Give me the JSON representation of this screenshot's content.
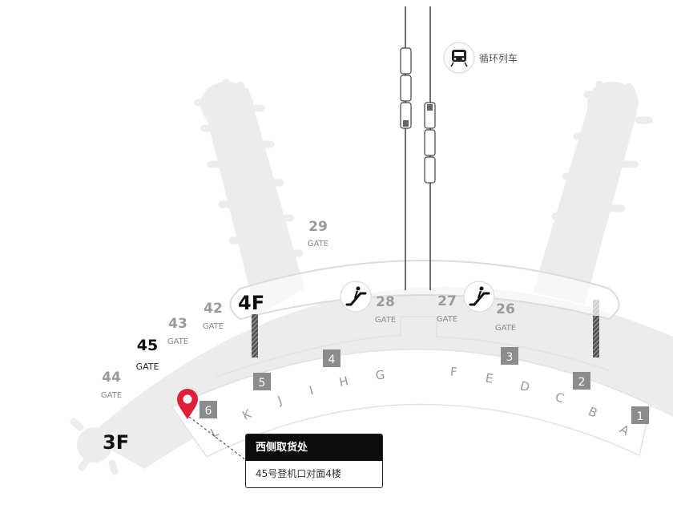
{
  "transit": {
    "label": "循环列车",
    "icon": "train-icon"
  },
  "floors": {
    "upper": "4F",
    "lower": "3F"
  },
  "gates": [
    {
      "number": "29",
      "label": "GATE",
      "highlighted": false
    },
    {
      "number": "42",
      "label": "GATE",
      "highlighted": false
    },
    {
      "number": "43",
      "label": "GATE",
      "highlighted": false
    },
    {
      "number": "45",
      "label": "GATE",
      "highlighted": true
    },
    {
      "number": "44",
      "label": "GATE",
      "highlighted": false
    },
    {
      "number": "28",
      "label": "GATE",
      "highlighted": false
    },
    {
      "number": "27",
      "label": "GATE",
      "highlighted": false
    },
    {
      "number": "26",
      "label": "GATE",
      "highlighted": false
    }
  ],
  "zones": [
    "1",
    "2",
    "3",
    "4",
    "5",
    "6"
  ],
  "counters": [
    "L",
    "K",
    "J",
    "I",
    "H",
    "G",
    "F",
    "E",
    "D",
    "C",
    "B",
    "A"
  ],
  "icons": {
    "escalator": "escalator-icon",
    "location": "location-pin-icon"
  },
  "colors": {
    "pin": "#e0203a",
    "terminal": "#ececec",
    "zone_box": "#8c8c8c"
  },
  "pickup": {
    "title": "西侧取货处",
    "detail": "45号登机口对面4楼"
  }
}
